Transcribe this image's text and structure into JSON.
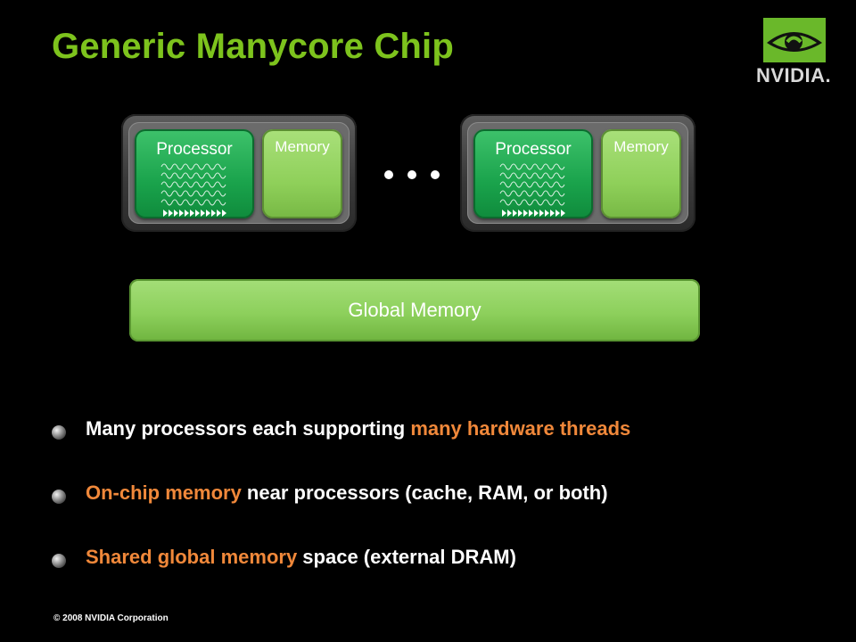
{
  "title": "Generic Manycore Chip",
  "logo": {
    "text": "NVIDIA."
  },
  "diagram": {
    "cores": [
      {
        "processor_label": "Processor",
        "memory_label": "Memory"
      },
      {
        "processor_label": "Processor",
        "memory_label": "Memory"
      }
    ],
    "ellipsis": "• • •",
    "global_memory_label": "Global Memory"
  },
  "bullets": [
    {
      "parts": [
        "Many processors each supporting ",
        "many hardware threads",
        ""
      ]
    },
    {
      "parts": [
        "",
        "On-chip memory",
        " near processors  (cache, RAM, or both)"
      ]
    },
    {
      "parts": [
        "",
        "Shared global memory",
        " space  (external DRAM)"
      ]
    }
  ],
  "footer": "© 2008 NVIDIA Corporation",
  "colors": {
    "title": "#7dc31d",
    "processor": "#1aa34c",
    "memory": "#8fd05a",
    "highlight": "#f0883a"
  }
}
